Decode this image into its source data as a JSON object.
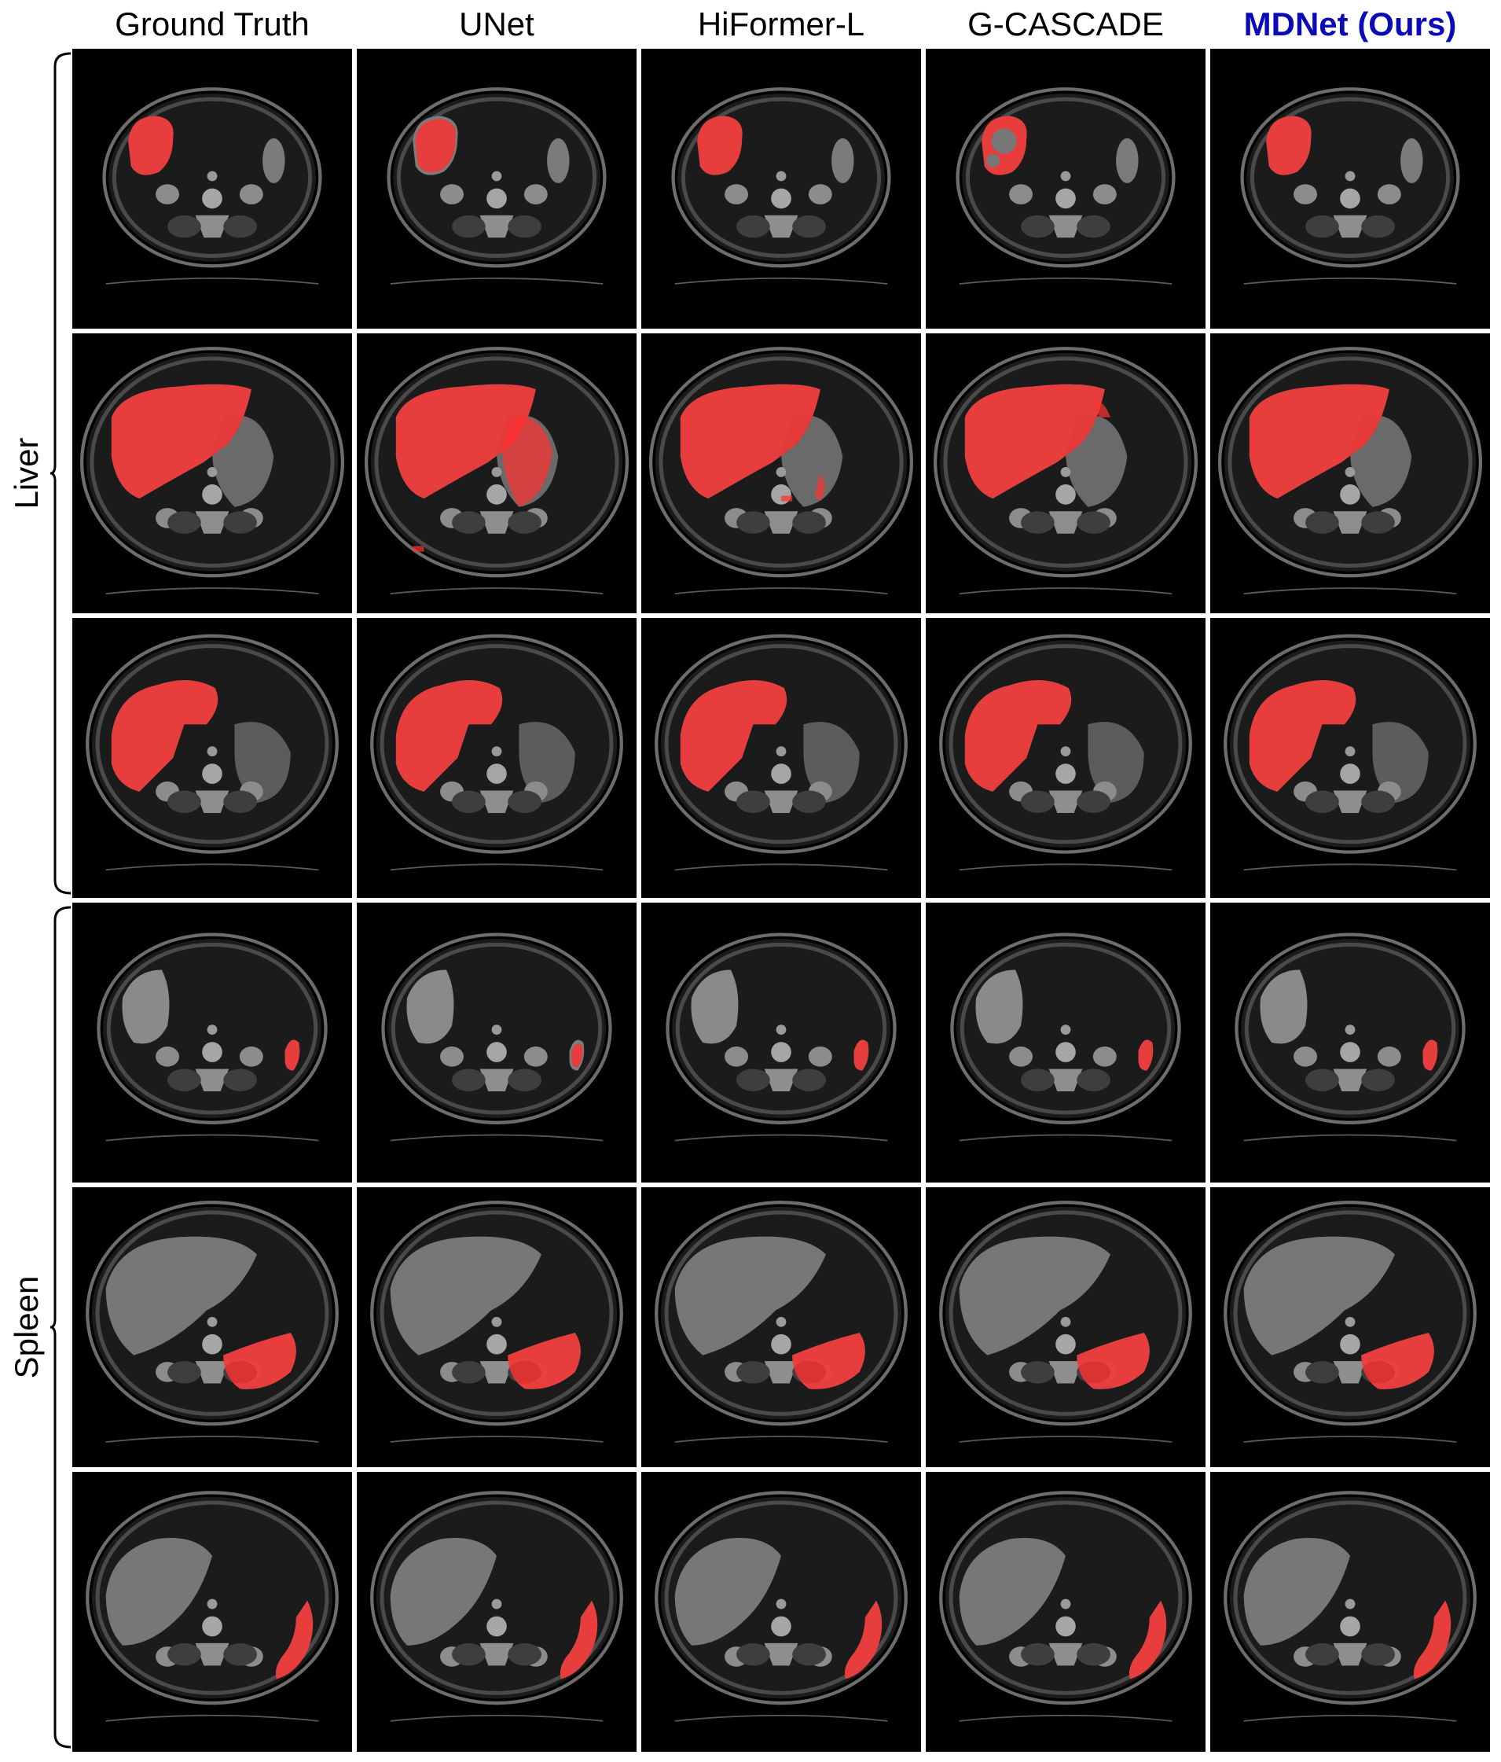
{
  "columns": [
    {
      "id": "ground-truth",
      "label": "Ground Truth",
      "highlight": false
    },
    {
      "id": "unet",
      "label": "UNet",
      "highlight": false
    },
    {
      "id": "hiformer-l",
      "label": "HiFormer-L",
      "highlight": false
    },
    {
      "id": "g-cascade",
      "label": "G-CASCADE",
      "highlight": false
    },
    {
      "id": "mdnet",
      "label": "MDNet (Ours)",
      "highlight": true
    }
  ],
  "groups": [
    {
      "id": "liver",
      "label": "Liver",
      "rows": [
        0,
        1,
        2
      ]
    },
    {
      "id": "spleen",
      "label": "Spleen",
      "rows": [
        3,
        4,
        5
      ]
    }
  ],
  "colors": {
    "ours_label": "#0a0ab8",
    "overlay": "#ff3030",
    "background": "#000000"
  }
}
